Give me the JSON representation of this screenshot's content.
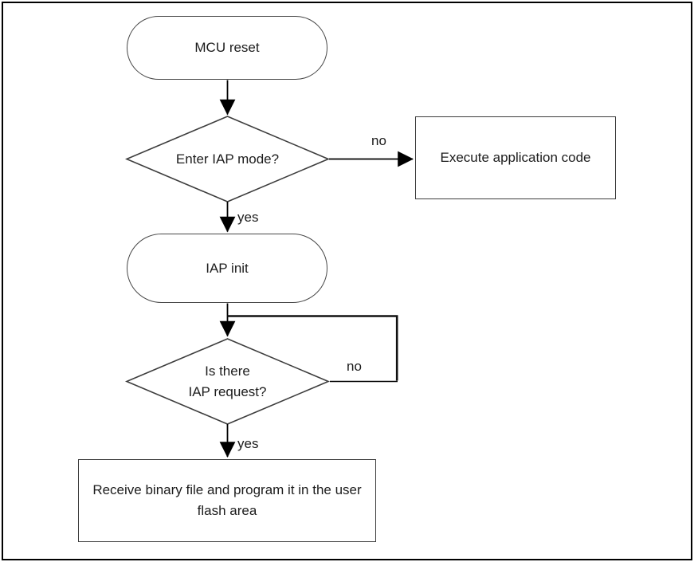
{
  "diagram": {
    "type": "flowchart",
    "colors": {
      "background": "#ffffff",
      "frame_border": "#000000",
      "shape_border": "#404040",
      "connector": "#000000",
      "text": "#1c1c1c"
    },
    "nodes": {
      "mcu_reset": {
        "shape": "terminator",
        "label": "MCU reset"
      },
      "enter_iap": {
        "shape": "decision",
        "label": "Enter IAP mode?"
      },
      "execute_app": {
        "shape": "process",
        "label": "Execute application code"
      },
      "iap_init": {
        "shape": "terminator",
        "label": "IAP init"
      },
      "iap_request": {
        "shape": "decision",
        "label_line_1": "Is there",
        "label_line_2": "IAP request?"
      },
      "receive_bin": {
        "shape": "process",
        "label": "Receive binary file and program it in the user flash area"
      }
    },
    "edge_labels": {
      "enter_iap_no": "no",
      "enter_iap_yes": "yes",
      "iap_request_no": "no",
      "iap_request_yes": "yes"
    }
  }
}
